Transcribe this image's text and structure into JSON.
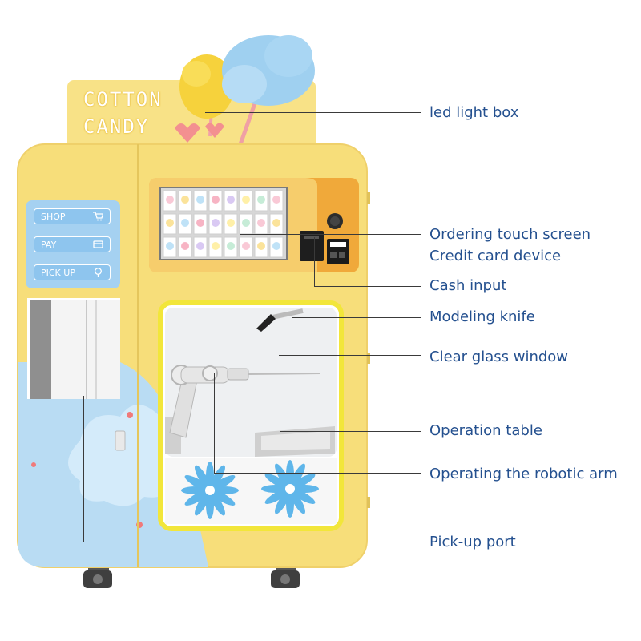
{
  "sign": {
    "line1": "COTTON",
    "line2": "CANDY"
  },
  "menu": [
    {
      "label": "SHOP",
      "icon": "cart-icon"
    },
    {
      "label": "PAY",
      "icon": "card-icon"
    },
    {
      "label": "PICK UP",
      "icon": "cotton-candy-icon"
    }
  ],
  "labels": [
    {
      "id": "led",
      "text": "led light box"
    },
    {
      "id": "screen",
      "text": "Ordering touch screen"
    },
    {
      "id": "card",
      "text": "Credit card device"
    },
    {
      "id": "cash",
      "text": "Cash input"
    },
    {
      "id": "knife",
      "text": "Modeling knife"
    },
    {
      "id": "glass",
      "text": "Clear glass window"
    },
    {
      "id": "table",
      "text": "Operation table"
    },
    {
      "id": "arm",
      "text": "Operating the robotic arm"
    },
    {
      "id": "port",
      "text": "Pick-up port"
    }
  ],
  "colors": {
    "machine_yellow": "#f7de7a",
    "panel_blue": "#b9dcf3",
    "label_blue": "#24508f",
    "window_border": "#f2e63a",
    "screen_orange": "#f0a93a"
  }
}
